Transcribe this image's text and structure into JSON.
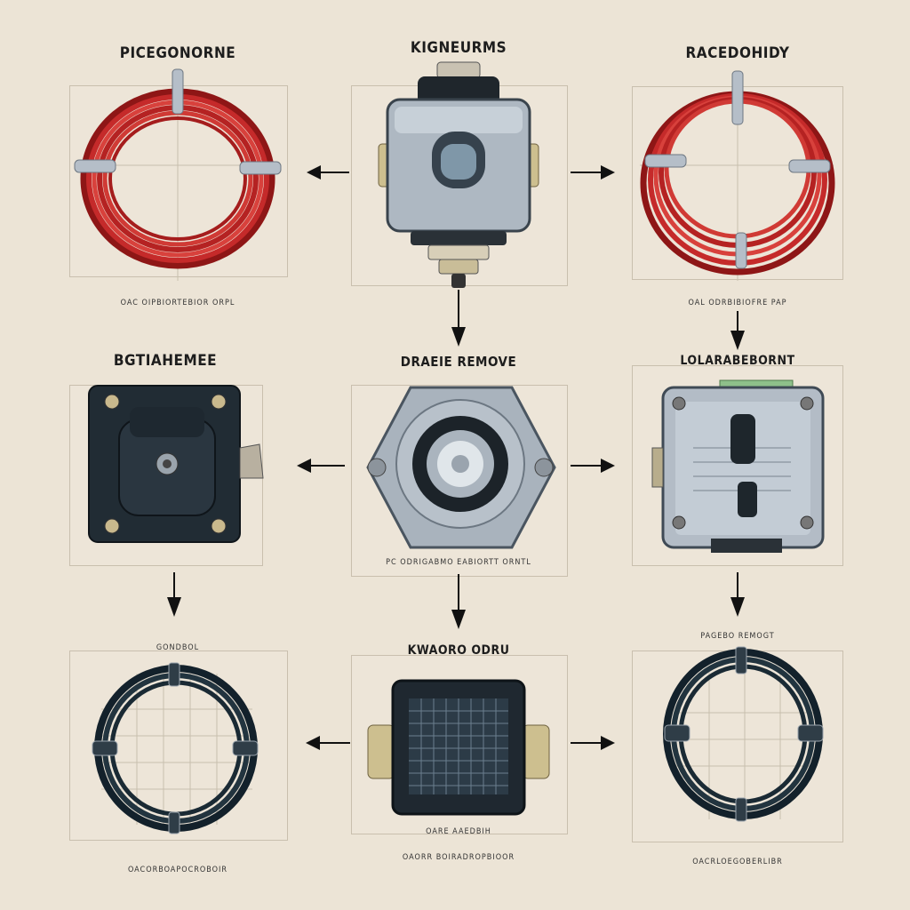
{
  "labels": {
    "top_left_title": "PICEGONORNE",
    "top_center_title": "KIGNEURMS",
    "top_right_title": "RACEDOHIDY",
    "top_left_caption": "OAC OIPBIORTEBIOR ORPL",
    "top_right_caption": "OAL ODRBIBIOFRE PAP",
    "mid_left_title": "BGTIAHEMEE",
    "mid_center_title": "DRAEIE REMOVE",
    "mid_right_title": "LOLARABEBORNT",
    "mid_center_caption": "PC ODRIGABMO EABIORTT ORNTL",
    "bottom_left_title": "GONDBOL",
    "bottom_center_title": "KWAORO ODRU",
    "bottom_right_title": "PAGEBO REMOGT",
    "bottom_center_caption": "OARE AAEDBIH",
    "bottom_left_footer": "OACORBOAPOCROBOIR",
    "bottom_center_footer": "OAORR BOIRADROPBIOOR",
    "bottom_right_footer": "OACRLOEGOBERLIBR"
  },
  "colors": {
    "background": "#ece4d6",
    "red_cable": "#c52a2a",
    "dark_cable": "#1f2d36",
    "metal": "#a9b3bd",
    "dark_box": "#243038"
  },
  "icons": {
    "top_left": "red-cable-coil-icon",
    "top_center": "cable-connector-icon",
    "top_right": "red-cable-coil-icon",
    "mid_left": "mounting-bracket-icon",
    "mid_center": "round-connector-icon",
    "mid_right": "junction-box-icon",
    "bottom_left": "black-cable-coil-icon",
    "bottom_center": "grille-adapter-icon",
    "bottom_right": "black-cable-coil-icon"
  }
}
